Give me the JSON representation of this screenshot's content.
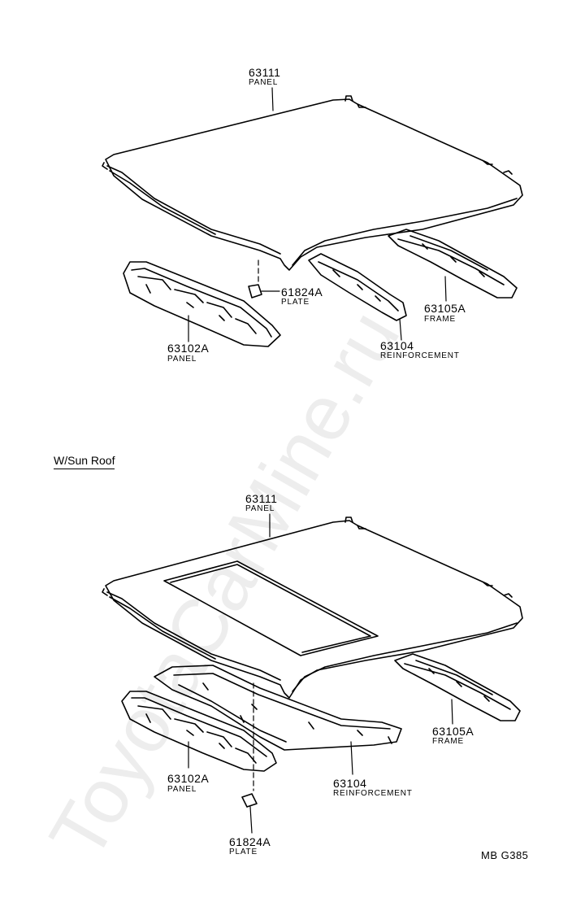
{
  "watermark": "ToyotaCarMine.ru",
  "drawing_code": "MB G385",
  "section_title": "W/Sun Roof",
  "top_section": {
    "roof_panel": {
      "part_no": "63111",
      "name": "PANEL"
    },
    "front_panel": {
      "part_no": "63102A",
      "name": "PANEL"
    },
    "plate": {
      "part_no": "61824A",
      "name": "PLATE"
    },
    "reinforcement": {
      "part_no": "63104",
      "name": "REINFORCEMENT"
    },
    "frame": {
      "part_no": "63105A",
      "name": "FRAME"
    }
  },
  "sunroof_section": {
    "roof_panel": {
      "part_no": "63111",
      "name": "PANEL"
    },
    "front_panel": {
      "part_no": "63102A",
      "name": "PANEL"
    },
    "plate": {
      "part_no": "61824A",
      "name": "PLATE"
    },
    "reinforcement": {
      "part_no": "63104",
      "name": "REINFORCEMENT"
    },
    "frame": {
      "part_no": "63105A",
      "name": "FRAME"
    }
  }
}
